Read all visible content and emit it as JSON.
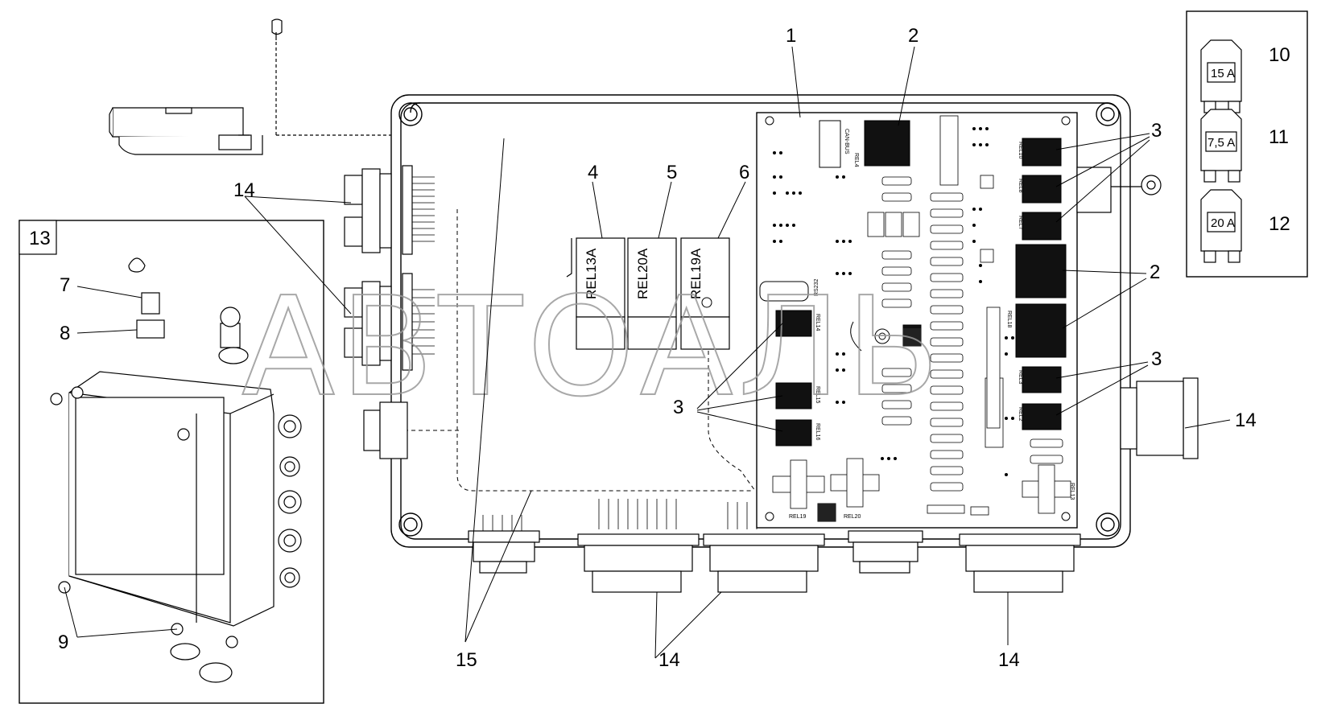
{
  "watermark": "АВТОАЛЬ",
  "callouts": {
    "c1": "1",
    "c2a": "2",
    "c2b": "2",
    "c3a": "3",
    "c3b": "3",
    "c3c": "3",
    "c4": "4",
    "c5": "5",
    "c6": "6",
    "c7": "7",
    "c8": "8",
    "c9": "9",
    "c10": "10",
    "c11": "11",
    "c12": "12",
    "c13": "13",
    "c14a": "14",
    "c14b": "14",
    "c14c": "14",
    "c14d": "14",
    "c15": "15"
  },
  "relays": [
    "REL13A",
    "REL20A",
    "REL19A"
  ],
  "fuses": [
    "15 A",
    "7,5 A",
    "20 A"
  ],
  "board_labels": {
    "can_bus": "CAN-BUS",
    "rs232": "RS232",
    "rel19": "REL19",
    "rel20": "REL20",
    "rel13": "REL13",
    "rel10": "REL10",
    "rel8": "REL8",
    "rel7": "REL7",
    "rel18": "REL18",
    "rel3": "REL3",
    "rel2": "REL2",
    "rel4": "REL4",
    "rel14": "REL14",
    "rel15": "REL15",
    "rel16": "REL16"
  }
}
